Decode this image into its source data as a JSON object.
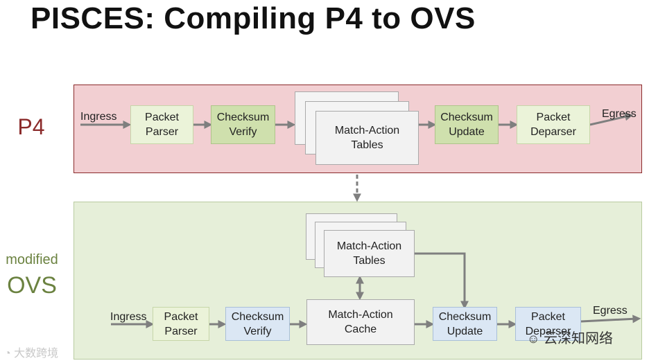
{
  "title": "PISCES: Compiling P4 to OVS",
  "p4": {
    "label": "P4",
    "ingress": "Ingress",
    "egress": "Egress",
    "packet_parser": "Packet\nParser",
    "checksum_verify": "Checksum\nVerify",
    "match_action_tables": "Match-Action\nTables",
    "checksum_update": "Checksum\nUpdate",
    "packet_deparser": "Packet\nDeparser"
  },
  "ovs": {
    "label_modified": "modified",
    "label_ovs": "OVS",
    "ingress": "Ingress",
    "egress": "Egress",
    "packet_parser": "Packet\nParser",
    "checksum_verify": "Checksum\nVerify",
    "match_action_tables": "Match-Action\nTables",
    "match_action_cache": "Match-Action\nCache",
    "checksum_update": "Checksum\nUpdate",
    "packet_deparser": "Packet\nDeparser"
  },
  "watermarks": {
    "left": "大数跨境",
    "right": "云深知网络"
  },
  "colors": {
    "p4_panel": "#f2cfd2",
    "ovs_panel": "#e6efd9",
    "arrow": "#7f7f7f"
  }
}
